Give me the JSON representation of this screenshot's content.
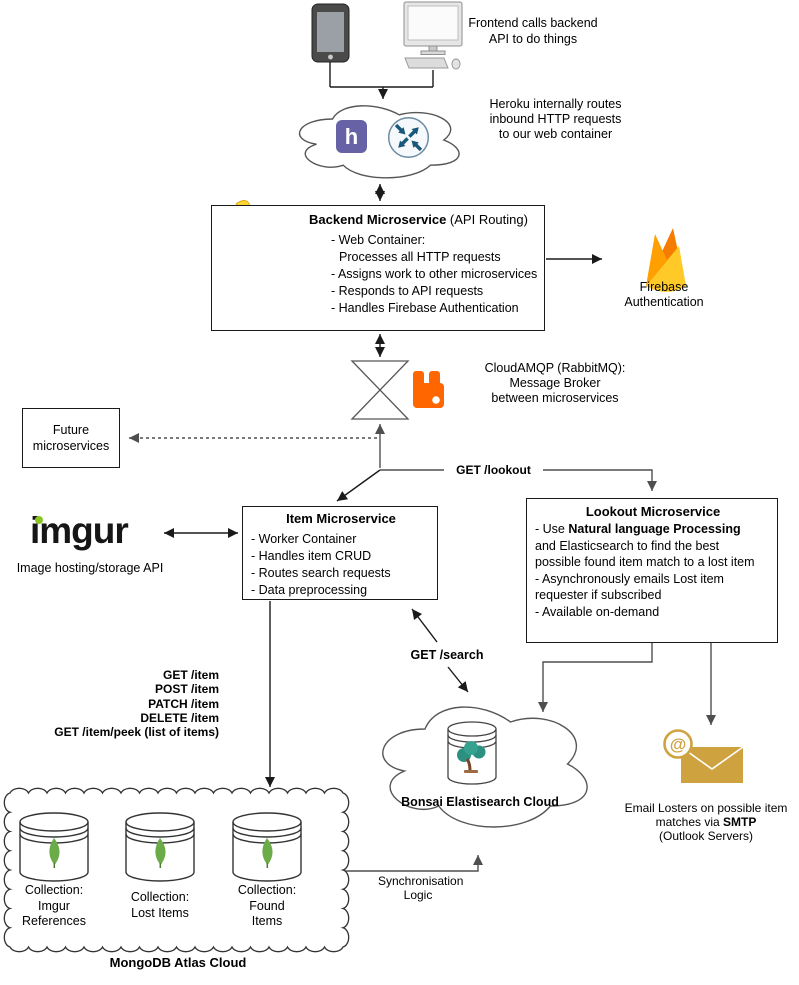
{
  "frontend": {
    "caption": "Frontend calls backend\nAPI to do things"
  },
  "heroku": {
    "caption": "Heroku internally routes\ninbound HTTP requests\nto our web container"
  },
  "backend": {
    "title_bold": "Backend Microservice",
    "title_rest": " (API Routing)",
    "lines": [
      "- Web Container:",
      "Processes all HTTP requests",
      "- Assigns work to other microservices",
      "- Responds to API requests",
      "- Handles Firebase Authentication"
    ]
  },
  "firebase": {
    "label": "Firebase\nAuthentication"
  },
  "cloudamqp": {
    "caption": "CloudAMQP (RabbitMQ):\nMessage Broker\nbetween microservices"
  },
  "future": {
    "label": "Future\nmicroservices"
  },
  "edges": {
    "get_lookout": "GET /lookout",
    "get_search": "GET /search",
    "sync": "Synchronisation\nLogic"
  },
  "item": {
    "title": "Item Microservice",
    "lines": [
      "- Worker Container",
      "- Handles item CRUD",
      "- Routes search requests",
      "- Data preprocessing"
    ]
  },
  "lookout": {
    "title": "Lookout Microservice",
    "line1_pre": "- Use ",
    "line1_bold": "Natural language Processing",
    "line2": "and Elasticsearch to find the best",
    "line3": "possible found item match to a lost item",
    "line4": "- Asynchronously emails Lost item",
    "line5": "requester if subscribed",
    "line6": "- Available on-demand"
  },
  "imgur": {
    "logo": "imgur",
    "caption": "Image hosting/storage API"
  },
  "http_methods": [
    "GET /item",
    "POST /item",
    "PATCH /item",
    "DELETE /item",
    "GET /item/peek (list of items)"
  ],
  "bonsai": {
    "label": "Bonsai Elastisearch Cloud"
  },
  "email": {
    "line1": "Email Losters on possible item",
    "line2a": "matches via ",
    "line2b": "SMTP",
    "line3": "(Outlook Servers)"
  },
  "mongodb": {
    "label": "MongoDB Atlas Cloud",
    "collections": [
      "Collection:\nImgur\nReferences",
      "Collection:\nLost Items",
      "Collection:\nFound\nItems"
    ]
  },
  "colors": {
    "heroku_purple": "#6762a6",
    "rabbitmq_orange": "#ff6600",
    "firebase_yellow": "#ffca28",
    "firebase_orange": "#ffa000",
    "firebase_dark_orange": "#f57c00",
    "mongodb_green": "#6cac48",
    "imgur_green": "#89c623",
    "envelope_gold": "#cfa240",
    "router_blue": "#19587a"
  }
}
